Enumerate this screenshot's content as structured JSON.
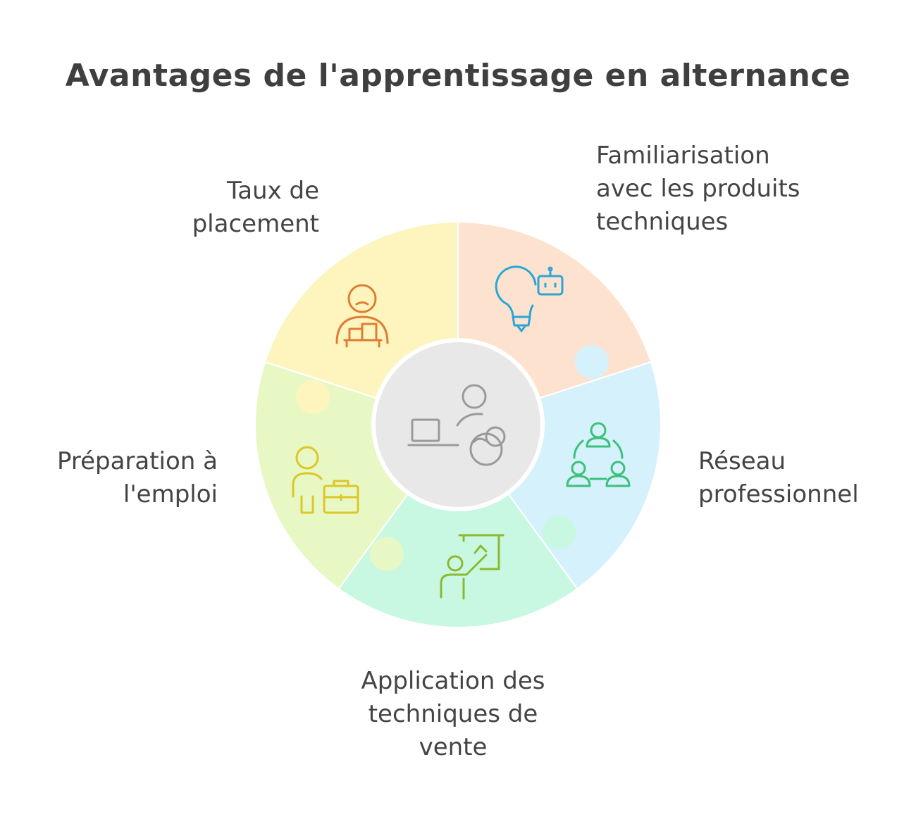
{
  "title": "Avantages de l'apprentissage en alternance",
  "segments": [
    {
      "id": "placement",
      "lines": [
        "Taux de",
        "placement"
      ],
      "icon": "person-with-boxes-icon",
      "fill": "#fde3cf",
      "stroke": "#e07d35"
    },
    {
      "id": "produits",
      "lines": [
        "Familiarisation",
        "avec les produits",
        "techniques"
      ],
      "icon": "lightbulb-robot-icon",
      "fill": "#d5f1fc",
      "stroke": "#2aa6d6"
    },
    {
      "id": "reseau",
      "lines": [
        "Réseau",
        "professionnel"
      ],
      "icon": "network-people-icon",
      "fill": "#c9f8e2",
      "stroke": "#3cc07a"
    },
    {
      "id": "vente",
      "lines": [
        "Application des",
        "techniques de",
        "vente"
      ],
      "icon": "presenter-board-icon",
      "fill": "#e8f8c4",
      "stroke": "#8cb92f"
    },
    {
      "id": "emploi",
      "lines": [
        "Préparation à",
        "l'emploi"
      ],
      "icon": "person-briefcase-icon",
      "fill": "#fdf5bd",
      "stroke": "#dcc728"
    }
  ],
  "center": {
    "icon": "laptop-baby-person-icon",
    "fill": "#e8e8e8",
    "stroke": "#9a9a9a"
  }
}
